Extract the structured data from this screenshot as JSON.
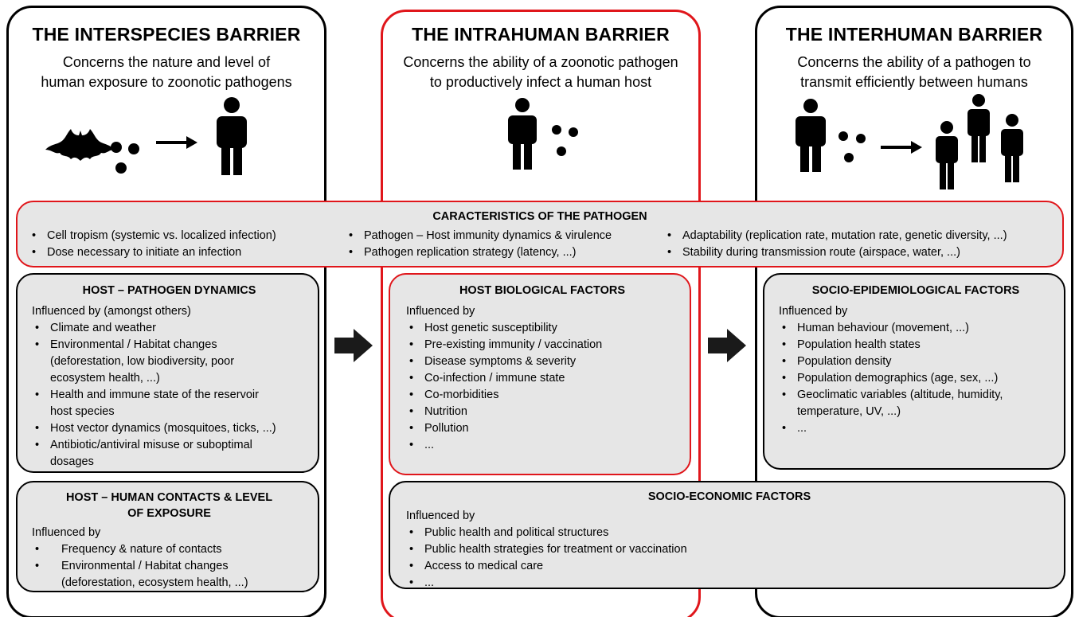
{
  "columns": {
    "interspecies": {
      "title": "THE INTERSPECIES BARRIER",
      "subtitle_lines": [
        "Concerns the nature and level of",
        "human exposure to zoonotic pathogens"
      ]
    },
    "intrahuman": {
      "title": "THE INTRAHUMAN BARRIER",
      "subtitle_lines": [
        "Concerns the ability of a zoonotic pathogen",
        "to productively infect a human host"
      ]
    },
    "interhuman": {
      "title": "THE INTERHUMAN BARRIER",
      "subtitle_lines": [
        "Concerns the ability of a pathogen to",
        "transmit efficiently between humans"
      ]
    }
  },
  "pathogen": {
    "title": "CARACTERISTICS OF THE PATHOGEN",
    "col1": [
      "Cell tropism (systemic vs. localized infection)",
      "Dose necessary to initiate an infection"
    ],
    "col2": [
      "Pathogen – Host immunity dynamics & virulence",
      "Pathogen replication strategy (latency, ...)"
    ],
    "col3": [
      "Adaptability (replication rate, mutation rate, genetic diversity, ...)",
      "Stability during transmission route (airspace, water, ...)"
    ]
  },
  "host_pathogen": {
    "title": "HOST – PATHOGEN DYNAMICS",
    "intro": "Influenced by (amongst others)",
    "items": [
      [
        "Climate and weather"
      ],
      [
        "Environmental / Habitat changes",
        "(deforestation, low biodiversity, poor",
        "ecosystem health, ...)"
      ],
      [
        "Health and immune state of the reservoir",
        "host species"
      ],
      [
        "Host vector dynamics (mosquitoes, ticks, ...)"
      ],
      [
        "Antibiotic/antiviral misuse or suboptimal",
        "dosages"
      ]
    ]
  },
  "host_human": {
    "title_lines": [
      "HOST – HUMAN CONTACTS & LEVEL",
      "OF EXPOSURE"
    ],
    "intro": "Influenced by",
    "items": [
      [
        "Frequency & nature of contacts"
      ],
      [
        "Environmental / Habitat changes",
        "(deforestation, ecosystem health, ...)"
      ]
    ]
  },
  "host_bio": {
    "title": "HOST BIOLOGICAL FACTORS",
    "intro": "Influenced by",
    "items": [
      "Host genetic susceptibility",
      "Pre-existing immunity / vaccination",
      "Disease symptoms & severity",
      "Co-infection / immune state",
      "Co-morbidities",
      "Nutrition",
      "Pollution",
      "..."
    ]
  },
  "socio_epi": {
    "title": "SOCIO-EPIDEMIOLOGICAL FACTORS",
    "intro": "Influenced by",
    "items": [
      [
        "Human behaviour (movement, ...)"
      ],
      [
        "Population health states"
      ],
      [
        "Population density"
      ],
      [
        "Population demographics (age, sex, ...)"
      ],
      [
        "Geoclimatic variables (altitude, humidity,",
        "temperature, UV, ...)"
      ],
      [
        "..."
      ]
    ]
  },
  "socio_eco": {
    "title": "SOCIO-ECONOMIC FACTORS",
    "intro": "Influenced by",
    "items": [
      "Public health and political structures",
      "Public health strategies for treatment or vaccination",
      "Access to medical care",
      "..."
    ]
  },
  "colors": {
    "red": "#e0161b",
    "box_fill": "#e6e6e6",
    "ink": "#000000"
  },
  "icons": [
    "bat-icon",
    "pathogen-particle-icon",
    "right-arrow-icon",
    "person-icon"
  ]
}
